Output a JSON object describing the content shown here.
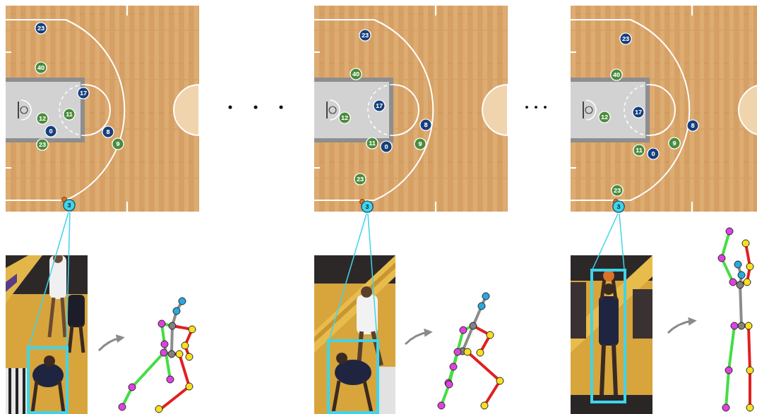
{
  "diagram": {
    "nodes": [
      {
        "text": [
          "23"
        ]
      },
      {
        "text": [
          "40"
        ]
      },
      {
        "text": [
          "17"
        ]
      },
      {
        "text": [
          "11"
        ]
      },
      {
        "text": [
          "12"
        ]
      },
      {
        "text": [
          "0"
        ]
      },
      {
        "text": [
          "8"
        ]
      },
      {
        "text": [
          "23"
        ]
      },
      {
        "text": [
          "9"
        ]
      },
      {
        "text": [
          "3"
        ]
      },
      {
        "text": [
          "23"
        ]
      },
      {
        "text": [
          "40"
        ]
      },
      {
        "text": [
          "17"
        ]
      },
      {
        "text": [
          "12"
        ]
      },
      {
        "text": [
          "8"
        ]
      },
      {
        "text": [
          "11"
        ]
      },
      {
        "text": [
          "9"
        ]
      },
      {
        "text": [
          "0"
        ]
      },
      {
        "text": [
          "23"
        ]
      },
      {
        "text": [
          "3"
        ]
      },
      {
        "text": [
          "23"
        ]
      },
      {
        "text": [
          "40"
        ]
      },
      {
        "text": [
          "17"
        ]
      },
      {
        "text": [
          "12"
        ]
      },
      {
        "text": [
          "8"
        ]
      },
      {
        "text": [
          "9"
        ]
      },
      {
        "text": [
          "11"
        ]
      },
      {
        "text": [
          "0"
        ]
      },
      {
        "text": [
          "23"
        ]
      },
      {
        "text": [
          "3"
        ]
      }
    ]
  }
}
